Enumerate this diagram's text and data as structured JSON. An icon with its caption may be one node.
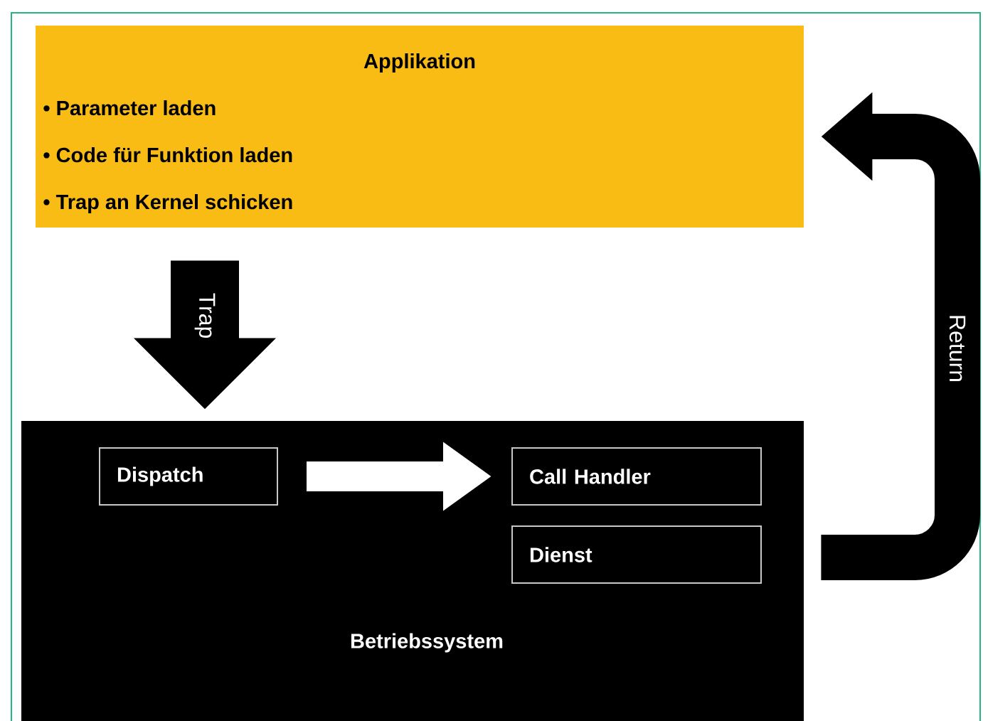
{
  "diagram": {
    "nodes": [
      {
        "text": [
          "Applikation",
          "• Parameter laden",
          "• Code für Funktion laden",
          "• Trap an Kernel schicken"
        ]
      },
      {
        "text": [
          "Betriebssystem"
        ]
      },
      {
        "text": [
          "Dispatch"
        ],
        "in": 1
      },
      {
        "text": [
          "Call Handler"
        ],
        "in": 1
      },
      {
        "text": [
          "Dienst"
        ],
        "in": 1
      }
    ],
    "edges": [
      {
        "from": 0,
        "to": 1,
        "arrow": "to",
        "label": "Trap"
      },
      {
        "from": 2,
        "to": 3,
        "arrow": "to",
        "color": "#ffffff"
      },
      {
        "from": 1,
        "to": 0,
        "arrow": "to",
        "label": "Return"
      }
    ]
  }
}
